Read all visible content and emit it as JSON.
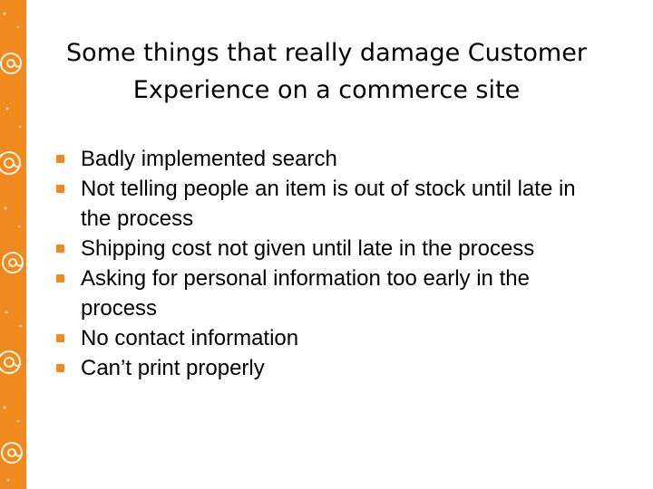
{
  "slide": {
    "title": "Some things that really damage Customer Experience on a commerce site",
    "bullets": [
      "Badly implemented search",
      "Not telling people an item is out of stock until late in the process",
      "Shipping cost not given until late in the process",
      "Asking for personal information too early in the process",
      "No contact information",
      "Can’t print properly"
    ]
  },
  "theme": {
    "accent_color": "#f08a1f",
    "side_decoration_icon": "at-sign-icon"
  }
}
